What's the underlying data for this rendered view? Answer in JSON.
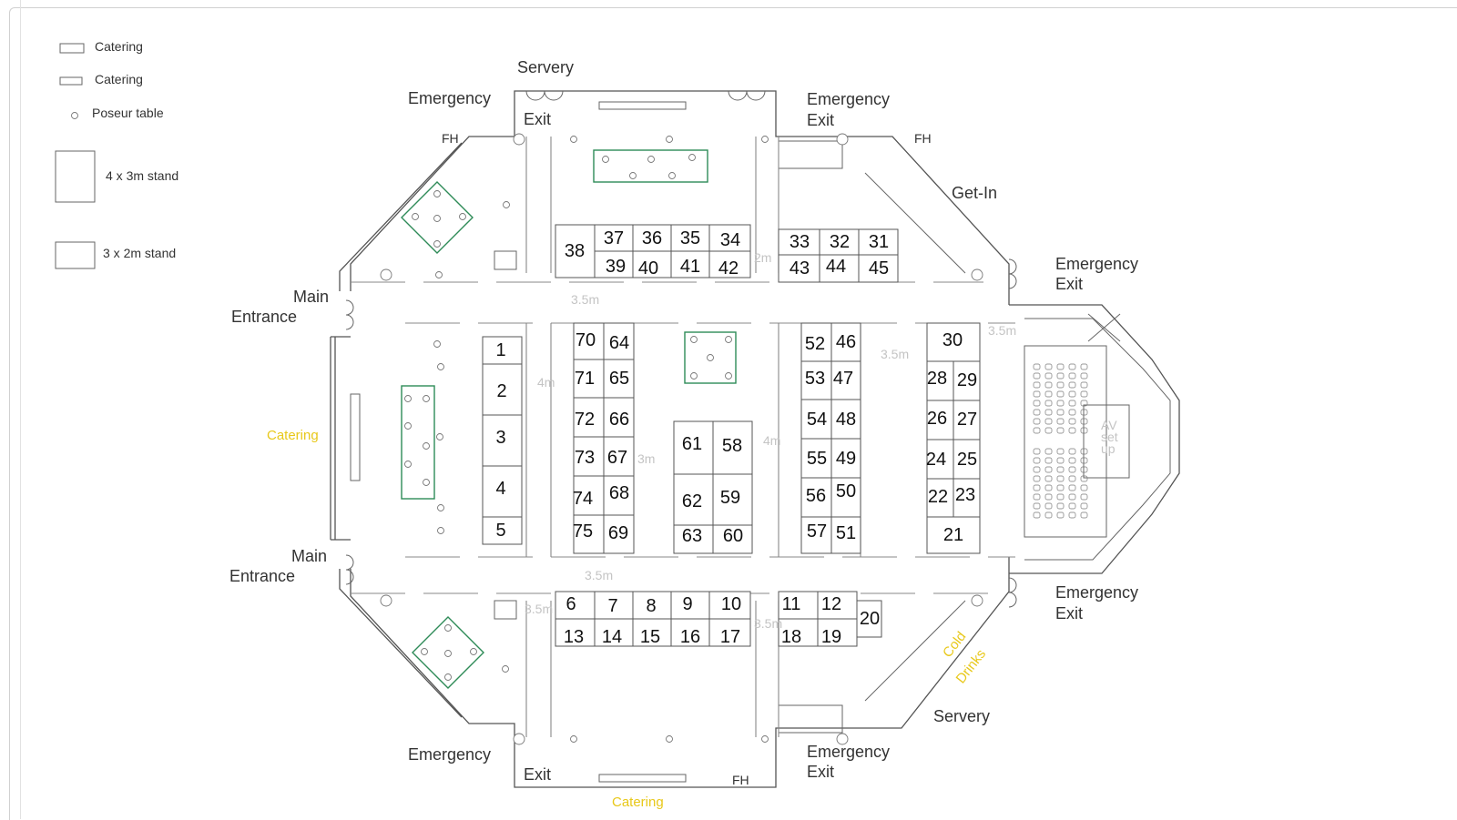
{
  "legend": {
    "items": [
      {
        "icon": "catering-small-icon",
        "label": "Catering"
      },
      {
        "icon": "catering-trestle-icon",
        "label": "Catering"
      },
      {
        "icon": "poseur-table-icon",
        "label": "Poseur table"
      },
      {
        "icon": "stand-4x3-icon",
        "label": "4 x 3m stand"
      },
      {
        "icon": "stand-3x2-icon",
        "label": "3 x 2m stand"
      }
    ]
  },
  "labels": {
    "servery_top": "Servery",
    "servery_bottom": "Servery",
    "emergency": "Emergency",
    "exit": "Exit",
    "fh": "FH",
    "get_in": "Get-In",
    "main": "Main",
    "entrance": "Entrance",
    "catering": "Catering",
    "cold": "Cold",
    "drinks": "Drinks",
    "av_line1": "AV",
    "av_line2": "set",
    "av_line3": "up"
  },
  "dimensions": {
    "d35": "3.5m",
    "d4": "4m",
    "d3": "3m",
    "d2": "2m"
  },
  "stands": [
    "1",
    "2",
    "3",
    "4",
    "5",
    "6",
    "7",
    "8",
    "9",
    "10",
    "11",
    "12",
    "13",
    "14",
    "15",
    "16",
    "17",
    "18",
    "19",
    "20",
    "21",
    "22",
    "23",
    "24",
    "25",
    "26",
    "27",
    "28",
    "29",
    "30",
    "31",
    "32",
    "33",
    "34",
    "35",
    "36",
    "37",
    "38",
    "39",
    "40",
    "41",
    "42",
    "43",
    "44",
    "45",
    "46",
    "47",
    "48",
    "49",
    "50",
    "51",
    "52",
    "53",
    "54",
    "55",
    "56",
    "57",
    "58",
    "59",
    "60",
    "61",
    "62",
    "63",
    "64",
    "65",
    "66",
    "67",
    "68",
    "69",
    "70",
    "71",
    "72",
    "73",
    "74",
    "75"
  ],
  "colors": {
    "green": "#2e8b57",
    "yellow": "#e8c81a",
    "line": "#555555"
  }
}
